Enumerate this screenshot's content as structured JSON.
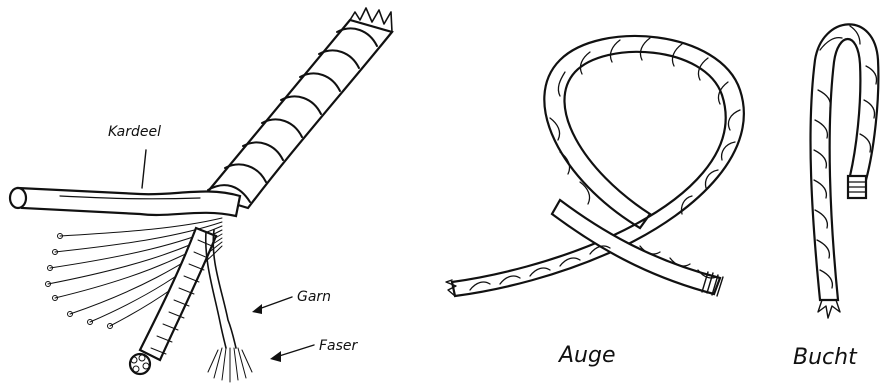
{
  "labels": {
    "kardeel": "Kardeel",
    "garn": "Garn",
    "faser": "Faser",
    "auge": "Auge",
    "bucht": "Bucht"
  },
  "colors": {
    "ink": "#111111",
    "paper": "#ffffff"
  }
}
